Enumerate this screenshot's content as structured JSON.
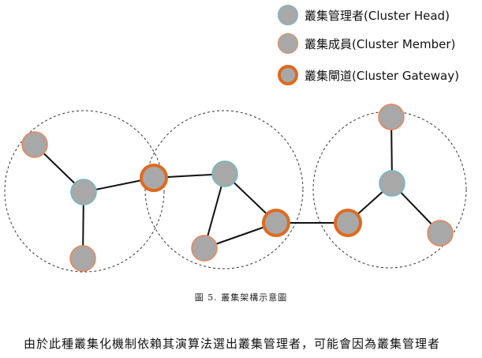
{
  "legend": {
    "head": {
      "label": "叢集管理者(Cluster Head)",
      "ring_color": "#6fb8c8"
    },
    "member": {
      "label": "叢集成員(Cluster Member)",
      "ring_color": "#e8865a"
    },
    "gateway": {
      "label": "叢集閘道(Cluster Gateway)",
      "ring_color": "#e06a20"
    }
  },
  "node_fill": "#a8a8a8",
  "caption": "圖 5. 叢集架構示意圖",
  "body_text": "由於此種叢集化機制依賴其演算法選出叢集管理者，可能會因為叢集管理者"
}
